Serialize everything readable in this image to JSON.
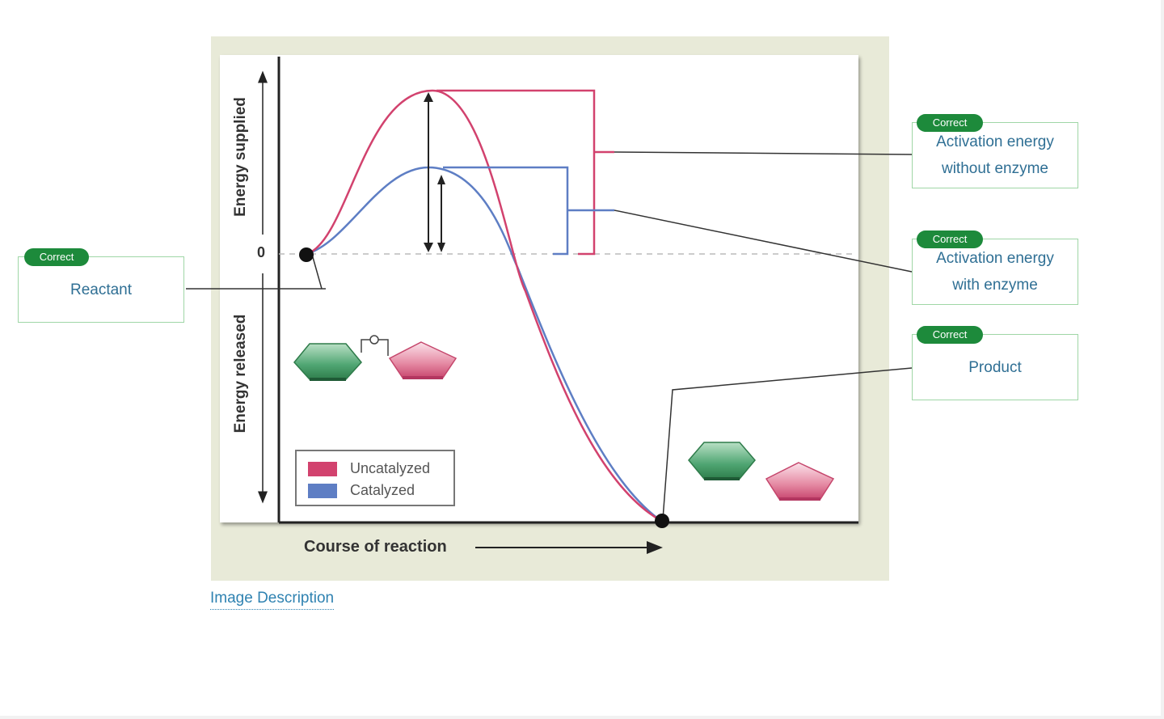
{
  "diagram": {
    "y_axis_upper_label": "Energy supplied",
    "y_axis_lower_label": "Energy released",
    "zero_label": "0",
    "x_axis_label": "Course of reaction",
    "legend": [
      {
        "label": "Uncatalyzed",
        "color": "#d2426e"
      },
      {
        "label": "Catalyzed",
        "color": "#5e7ec4"
      }
    ],
    "colors": {
      "uncatalyzed": "#d2426e",
      "catalyzed": "#5e7ec4",
      "molecule_green": "#3f9960",
      "molecule_pink": "#d8607f"
    },
    "molecules": [
      "hexagon-sugar-icon",
      "pentagon-sugar-icon"
    ]
  },
  "labels": [
    {
      "id": "reactant",
      "badge": "Correct",
      "text": "Reactant"
    },
    {
      "id": "activation-without",
      "badge": "Correct",
      "text_line1": "Activation energy",
      "text_line2": "without enzyme"
    },
    {
      "id": "activation-with",
      "badge": "Correct",
      "text_line1": "Activation energy",
      "text_line2": "with enzyme"
    },
    {
      "id": "product",
      "badge": "Correct",
      "text": "Product"
    }
  ],
  "links": {
    "image_description": "Image Description"
  }
}
